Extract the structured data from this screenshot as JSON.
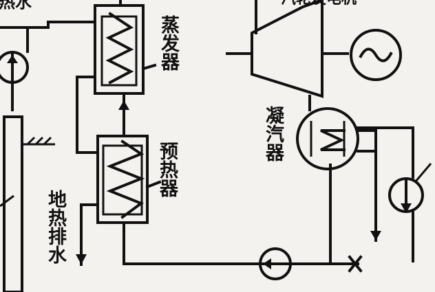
{
  "labels": {
    "top_left_partial": "热水",
    "evaporator": "蒸发器",
    "preheater": "预热器",
    "condenser": "凝汽器",
    "geothermal_drain": "地热排水",
    "top_right_partial": "汽轮发电机"
  },
  "colors": {
    "ink": "#111111",
    "paper": "#f4f2ee"
  },
  "icons": [
    "turbine-icon",
    "generator-icon",
    "pump-icon",
    "valve-icon",
    "heat-exchanger-coil-icon"
  ]
}
